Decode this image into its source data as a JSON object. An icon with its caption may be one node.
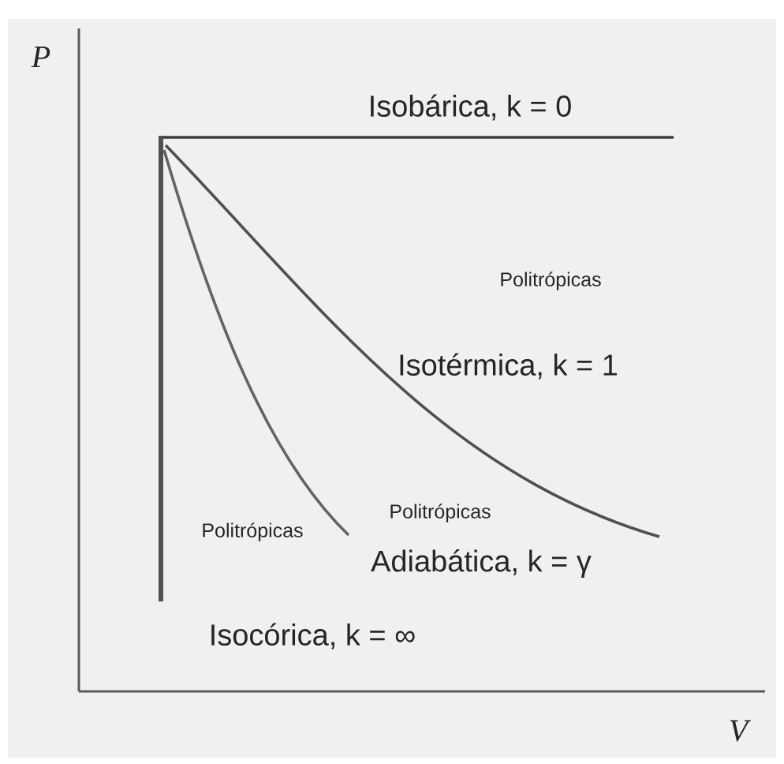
{
  "diagram": {
    "labels": [
      "P",
      "Isobárica, k = 0",
      "Politrópicas",
      "Isotérmica, k = 1",
      "Politrópicas",
      "Politrópicas",
      "Adiabática, k = γ",
      "Isocórica, k = ∞",
      "V"
    ]
  }
}
